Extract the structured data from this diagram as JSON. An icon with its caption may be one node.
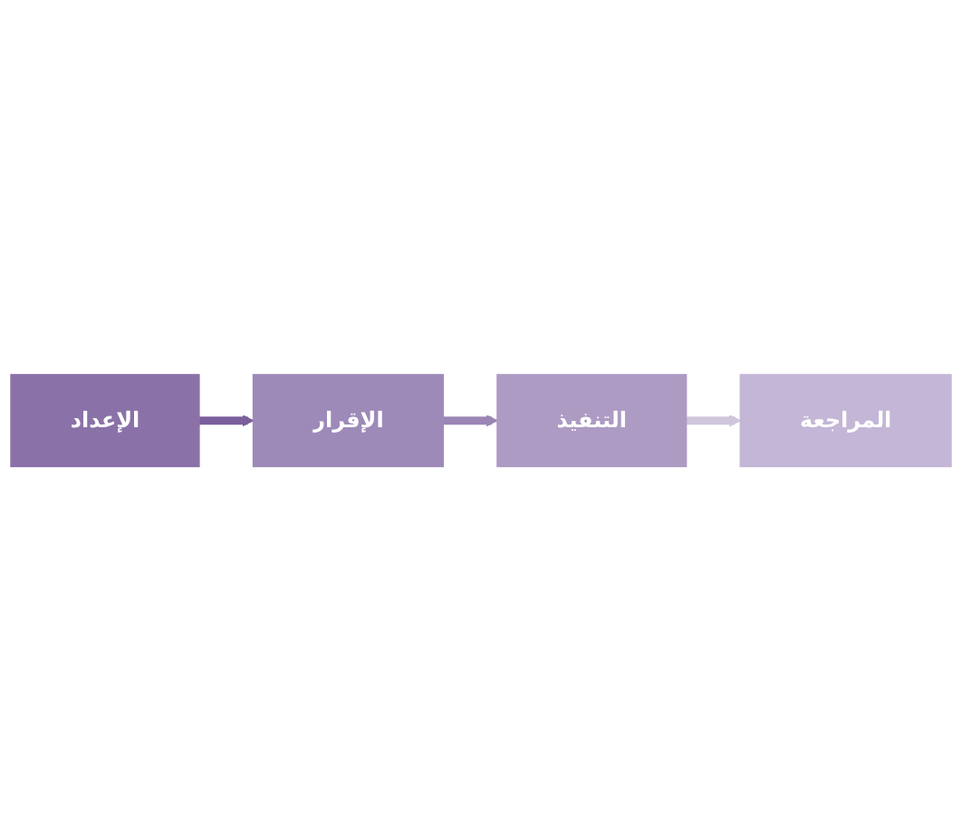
{
  "diagram": {
    "nodes": [
      {
        "text": [
          "الإعداد"
        ]
      },
      {
        "text": [
          "الإقرار"
        ]
      },
      {
        "text": [
          "التنفيذ"
        ]
      },
      {
        "text": [
          "المراجعة"
        ]
      }
    ],
    "edges": [
      {
        "from": 0,
        "to": 1,
        "arrow": "to",
        "color": "#7b5e9c"
      },
      {
        "from": 1,
        "to": 2,
        "arrow": "to",
        "color": "#9a85b5"
      },
      {
        "from": 2,
        "to": 3,
        "arrow": "to",
        "color": "#cfc6dc"
      }
    ]
  }
}
